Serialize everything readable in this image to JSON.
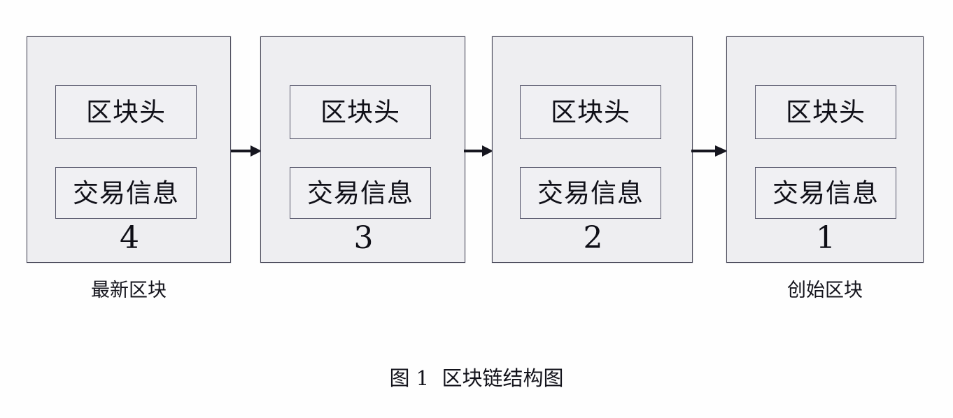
{
  "figure": {
    "caption": "图 1  区块链结构图",
    "background_color": "#fefefe",
    "block_fill_color": "#eeeef1",
    "block_border_color": "#4c4c5c",
    "arrow_color": "#16161f"
  },
  "blocks": [
    {
      "index_label": "4",
      "header_label": "区块头",
      "body_label": "交易信息",
      "caption": "最新区块",
      "has_caption": true
    },
    {
      "index_label": "3",
      "header_label": "区块头",
      "body_label": "交易信息",
      "caption": "",
      "has_caption": false
    },
    {
      "index_label": "2",
      "header_label": "区块头",
      "body_label": "交易信息",
      "caption": "",
      "has_caption": false
    },
    {
      "index_label": "1",
      "header_label": "区块头",
      "body_label": "交易信息",
      "caption": "创始区块",
      "has_caption": true
    }
  ],
  "arrows": [
    {
      "name": "arrow-block4-to-block3",
      "direction": "right"
    },
    {
      "name": "arrow-block3-to-block2",
      "direction": "right"
    },
    {
      "name": "arrow-block2-to-block1",
      "direction": "right"
    }
  ]
}
